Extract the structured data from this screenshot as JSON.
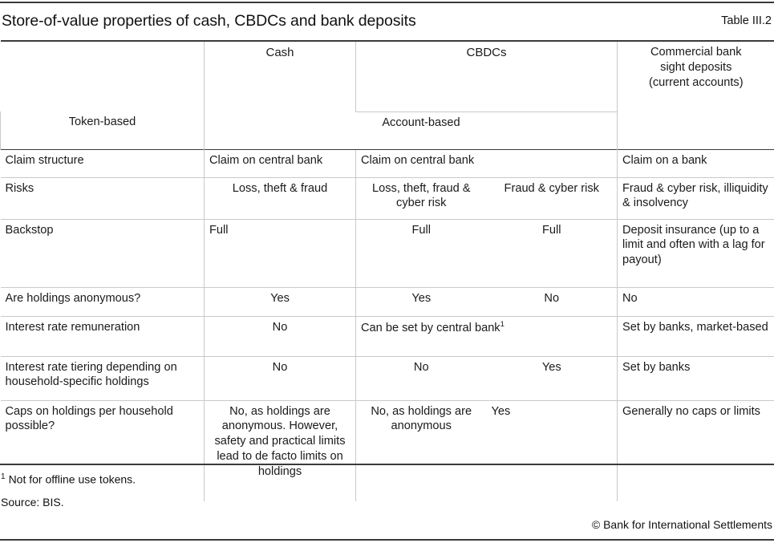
{
  "header": {
    "title": "Store-of-value properties of cash, CBDCs and bank deposits",
    "table_number": "Table III.2"
  },
  "table": {
    "columns": {
      "row_label": "",
      "cash": "Cash",
      "cbdcs_group": "CBDCs",
      "cbdc_token": "Token-based",
      "cbdc_account": "Account-based",
      "commercial": "Commercial bank\nsight deposits\n(current accounts)",
      "commercial_line1": "Commercial bank",
      "commercial_line2": "sight deposits",
      "commercial_line3": "(current accounts)"
    },
    "rows": [
      {
        "label": "Claim structure",
        "cash": "Claim on central bank",
        "cbdc_span": "Claim on central bank",
        "cbdc_token": "",
        "cbdc_account": "",
        "commercial": "Claim on a bank"
      },
      {
        "label": "Risks",
        "cash": "Loss, theft & fraud",
        "cbdc_span": "",
        "cbdc_token": "Loss, theft, fraud & cyber risk",
        "cbdc_account": "Fraud & cyber risk",
        "commercial": "Fraud & cyber risk, illiquidity & insolvency"
      },
      {
        "label": "Backstop",
        "cash": "Full",
        "cbdc_span": "",
        "cbdc_token": "Full",
        "cbdc_account": "Full",
        "commercial": "Deposit insurance (up to a limit and often with a lag for payout)"
      },
      {
        "label": "Are holdings anonymous?",
        "cash": "Yes",
        "cbdc_span": "",
        "cbdc_token": "Yes",
        "cbdc_account": "No",
        "commercial": "No"
      },
      {
        "label": "Interest rate remuneration",
        "cash": "No",
        "cbdc_span": "Can be set by central bank",
        "cbdc_span_footnote": "1",
        "cbdc_token": "",
        "cbdc_account": "",
        "commercial": "Set by banks, market-based"
      },
      {
        "label": "Interest rate tiering depending on household-specific holdings",
        "cash": "No",
        "cbdc_span": "",
        "cbdc_token": "No",
        "cbdc_account": "Yes",
        "commercial": "Set by banks"
      },
      {
        "label": "Caps on holdings per household possible?",
        "cash": "No, as holdings are anonymous. However, safety and practical limits lead to de facto limits on holdings",
        "cbdc_span": "",
        "cbdc_token": "No, as holdings are anonymous",
        "cbdc_account": "Yes",
        "commercial": "Generally no caps or limits"
      }
    ]
  },
  "footnotes": {
    "marker": "1",
    "text": "Not for offline use tokens.",
    "source": "Source: BIS."
  },
  "copyright": "© Bank for International Settlements"
}
